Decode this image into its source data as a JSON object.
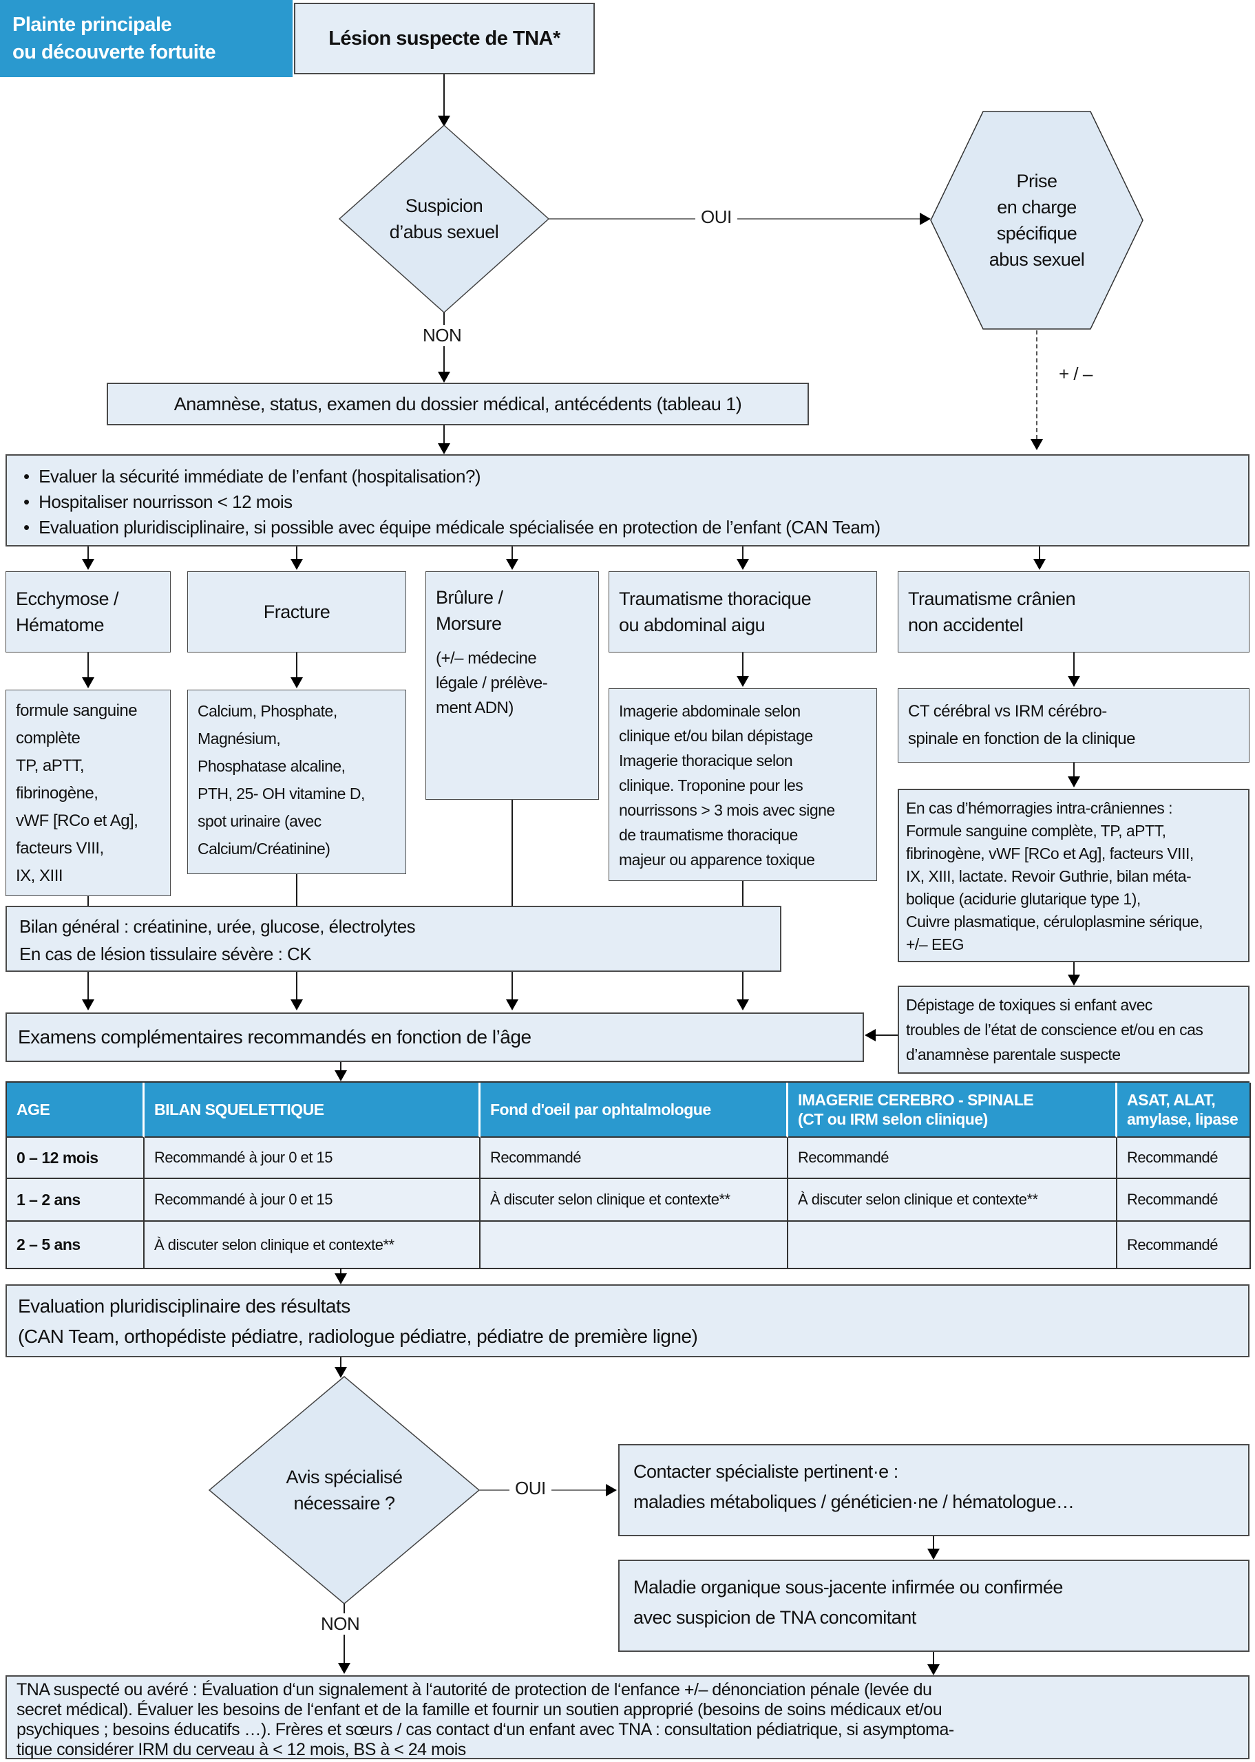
{
  "palette": {
    "brand_blue": "#2A99CF",
    "box_fill": "#E4EDF6",
    "shape_fill": "#DEE9F4",
    "row_fill": "#E9F0F8",
    "border": "#4a4a4a"
  },
  "header": {
    "main_complaint": "Plainte principale\nou découverte fortuite",
    "lesion": "Lésion suspecte de TNA*"
  },
  "decision_abuse": {
    "question": "Suspicion\nd’abus sexuel",
    "yes": "OUI",
    "no": "NON"
  },
  "hexagon": {
    "label": "Prise\nen charge\nspécifique\nabus sexuel",
    "plus_minus": "+ / –"
  },
  "anamnese": "Anamnèse, status, examen du dossier médical, antécédents (tableau 1)",
  "safety": {
    "items": [
      "Evaluer la sécurité immédiate de l’enfant (hospitalisation?)",
      "Hospitaliser nourrisson < 12 mois",
      "Evaluation pluridisciplinaire, si possible avec équipe médicale spécialisée en protection de l’enfant (CAN Team)"
    ]
  },
  "categories": {
    "ecchymose": {
      "title": "Ecchymose /\nHématome",
      "workup": "formule sanguine\ncomplète\nTP, aPTT,\nfibrinogène,\nvWF [RCo et Ag],\n facteurs VIII,\nIX, XIII"
    },
    "fracture": {
      "title": "Fracture",
      "workup": "Calcium, Phosphate,\nMagnésium,\nPhosphatase alcaline,\nPTH, 25- OH vitamine D,\nspot urinaire (avec\nCalcium/Créatinine)"
    },
    "brulure": {
      "title": "Brûlure /\nMorsure",
      "subtitle": "(+/– médecine\nlégale / prélève-\nment ADN)"
    },
    "thoracique": {
      "title": "Traumatisme thoracique\nou abdominal aigu",
      "workup": "Imagerie abdominale selon\nclinique et/ou bilan dépistage\nImagerie thoracique selon\nclinique. Troponine pour les\nnourrissons > 3 mois avec signe\nde traumatisme thoracique\nmajeur ou apparence toxique"
    },
    "cranien": {
      "title": "Traumatisme crânien\nnon accidentel",
      "workup_imaging": "CT cérébral vs IRM cérébro-\nspinale en fonction de la clinique",
      "workup_hemorrhage": "En cas d’hémorragies intra-crâniennes :\nFormule sanguine complète, TP, aPTT,\nfibrinogène, vWF [RCo et Ag], facteurs VIII,\nIX, XIII, lactate. Revoir Guthrie, bilan méta-\nbolique (acidurie glutarique type 1),\nCuivre plasmatique, céruloplasmine sérique,\n+/– EEG",
      "toxiques": "Dépistage de toxiques si enfant avec\ntroubles de l’état de conscience et/ou en cas\nd’anamnèse parentale suspecte"
    }
  },
  "bilan_general": "Bilan général : créatinine, urée, glucose, électrolytes\nEn cas de lésion tissulaire sévère : CK",
  "examens_age": "Examens complémentaires recommandés en fonction de l’âge",
  "table": {
    "headers": [
      "AGE",
      "BILAN SQUELETTIQUE",
      "Fond d'oeil par ophtalmologue",
      "IMAGERIE CEREBRO - SPINALE\n(CT ou IRM selon clinique)",
      "ASAT, ALAT,\namylase, lipase"
    ],
    "rows": [
      {
        "age": "0 – 12 mois",
        "skeletal": "Recommandé à jour 0 et 15",
        "fundus": "Recommandé",
        "imaging": "Recommandé",
        "labs": "Recommandé"
      },
      {
        "age": "1 – 2 ans",
        "skeletal": "Recommandé à jour 0 et 15",
        "fundus": "À discuter selon clinique et contexte**",
        "imaging": "À discuter selon clinique et contexte**",
        "labs": "Recommandé"
      },
      {
        "age": "2 – 5 ans",
        "skeletal": "À discuter selon clinique et contexte**",
        "fundus": "",
        "imaging": "",
        "labs": "Recommandé"
      }
    ]
  },
  "evaluation": "Evaluation pluridisciplinaire des résultats\n(CAN Team, orthopédiste pédiatre, radiologue pédiatre, pédiatre de première ligne)",
  "decision_specialist": {
    "question": "Avis spécialisé\nnécessaire ?",
    "yes": "OUI",
    "no": "NON"
  },
  "contact_specialist": "Contacter spécialiste pertinent·e :\nmaladies métaboliques / généticien·ne / hématologue…",
  "organic_disease": "Maladie organique sous-jacente infirmée ou confirmée\navec suspicion de TNA concomitant",
  "final_step": "TNA suspecté ou avéré : Évaluation d‘un signalement à l‘autorité de protection de l‘enfance +/– dénonciation pénale (levée du\nsecret médical). Évaluer les besoins de l‘enfant et de la famille et fournir un soutien approprié (besoins de soins médicaux et/ou\npsychiques ; besoins éducatifs …). Frères et sœurs / cas contact d‘un enfant avec TNA : consultation pédiatrique, si asymptoma-\ntique considérer IRM du cerveau à < 12 mois, BS à < 24 mois"
}
